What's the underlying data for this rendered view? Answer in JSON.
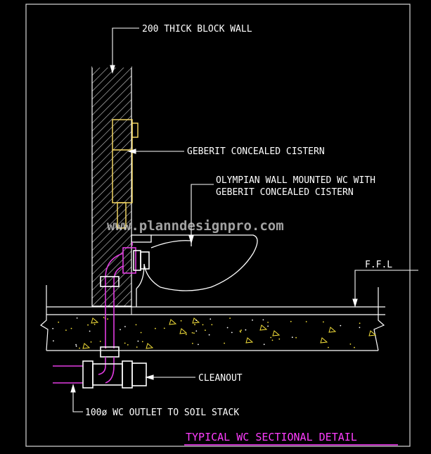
{
  "labels": {
    "wall": "200 THICK BLOCK WALL",
    "cistern": "GEBERIT CONCEALED CISTERN",
    "wc_line1": "OLYMPIAN WALL MOUNTED WC WITH",
    "wc_line2": "GEBERIT CONCEALED CISTERN",
    "ffl": "F.F.L",
    "cleanout": "CLEANOUT",
    "outlet": "100ø WC OUTLET TO SOIL STACK",
    "title": "TYPICAL WC SECTIONAL DETAIL"
  },
  "watermark": "www.planndesignpro.com",
  "colors": {
    "background": "#000000",
    "line": "#ffffff",
    "cistern": "#ffe066",
    "pipe": "#e23ce2",
    "title": "#ff3dff",
    "aggregate": "#f5e03a"
  }
}
